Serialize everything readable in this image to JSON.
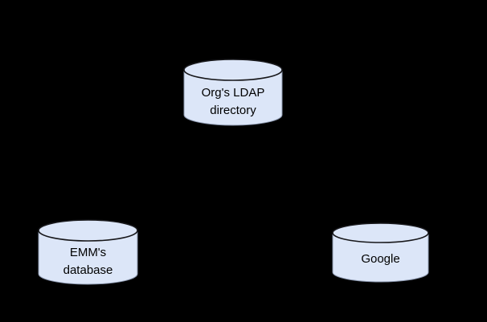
{
  "diagram": {
    "type": "system-architecture",
    "background_color": "#000000",
    "shape_fill_color": "#dce6f8",
    "shape_stroke_color": "#1a1a1a",
    "label_color": "#000000",
    "connectors": [],
    "nodes": [
      {
        "id": "ldap",
        "shape": "cylinder",
        "icon": "database-cylinder-icon",
        "label": "Org's LDAP\ndirectory",
        "line1": "Org's LDAP",
        "line2": "directory"
      },
      {
        "id": "emm",
        "shape": "cylinder",
        "icon": "database-cylinder-icon",
        "label": "EMM's\ndatabase",
        "line1": "EMM's",
        "line2": "database"
      },
      {
        "id": "google",
        "shape": "cylinder",
        "icon": "database-cylinder-icon",
        "label": "Google",
        "line1": "Google",
        "line2": ""
      }
    ]
  }
}
